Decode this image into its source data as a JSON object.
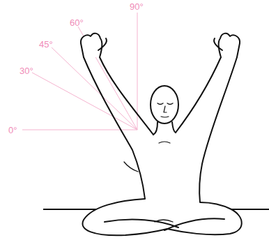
{
  "diagram": {
    "labels": [
      "90°",
      "60°",
      "45°",
      "30°",
      "0°"
    ]
  }
}
